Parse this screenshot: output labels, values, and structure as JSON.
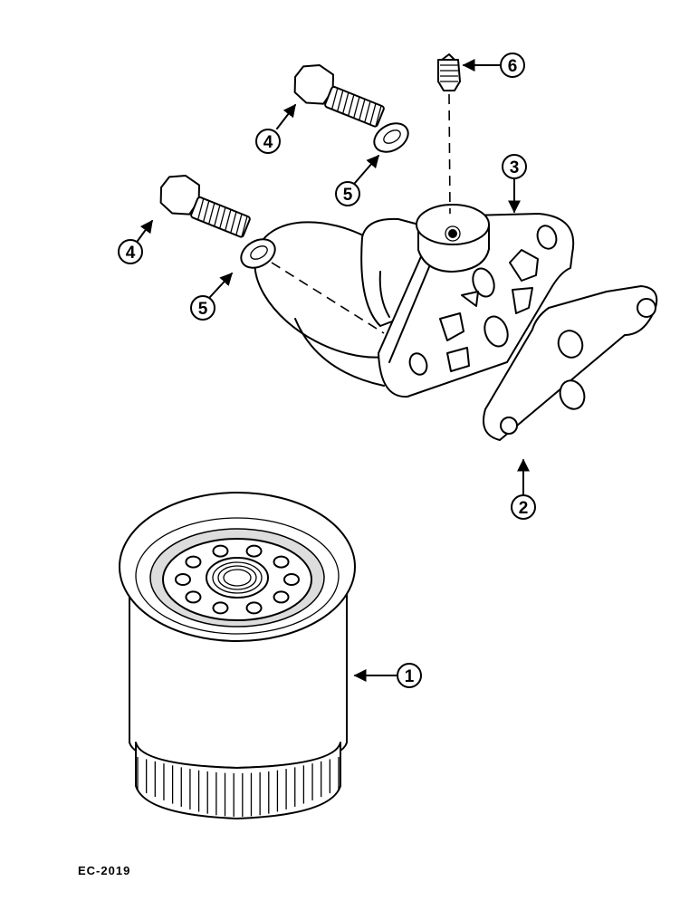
{
  "drawing_code": "EC-2019",
  "callouts": {
    "c1": "1",
    "c2": "2",
    "c3": "3",
    "c4a": "4",
    "c4b": "4",
    "c5a": "5",
    "c5b": "5",
    "c6": "6"
  }
}
